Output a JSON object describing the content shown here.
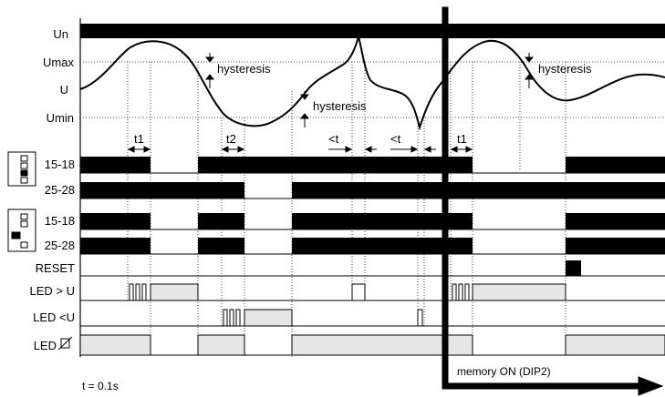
{
  "voltage_labels": {
    "un": "Un",
    "umax": "Umax",
    "u": "U",
    "umin": "Umin"
  },
  "annotations": {
    "hysteresis": "hysteresis",
    "t1": "t1",
    "t2": "t2",
    "lt": "<t"
  },
  "channel_labels": {
    "ch1518": "15-18",
    "ch2528": "25-28",
    "reset": "RESET",
    "led_over": "LED > U",
    "led_under": "LED <U",
    "led_relay": "LED"
  },
  "footer": {
    "time_note": "t = 0.1s",
    "memory": "memory ON (DIP2)"
  },
  "colors": {
    "ink": "#000000",
    "led_fill": "#e6e6e6",
    "grid": "#555555"
  }
}
